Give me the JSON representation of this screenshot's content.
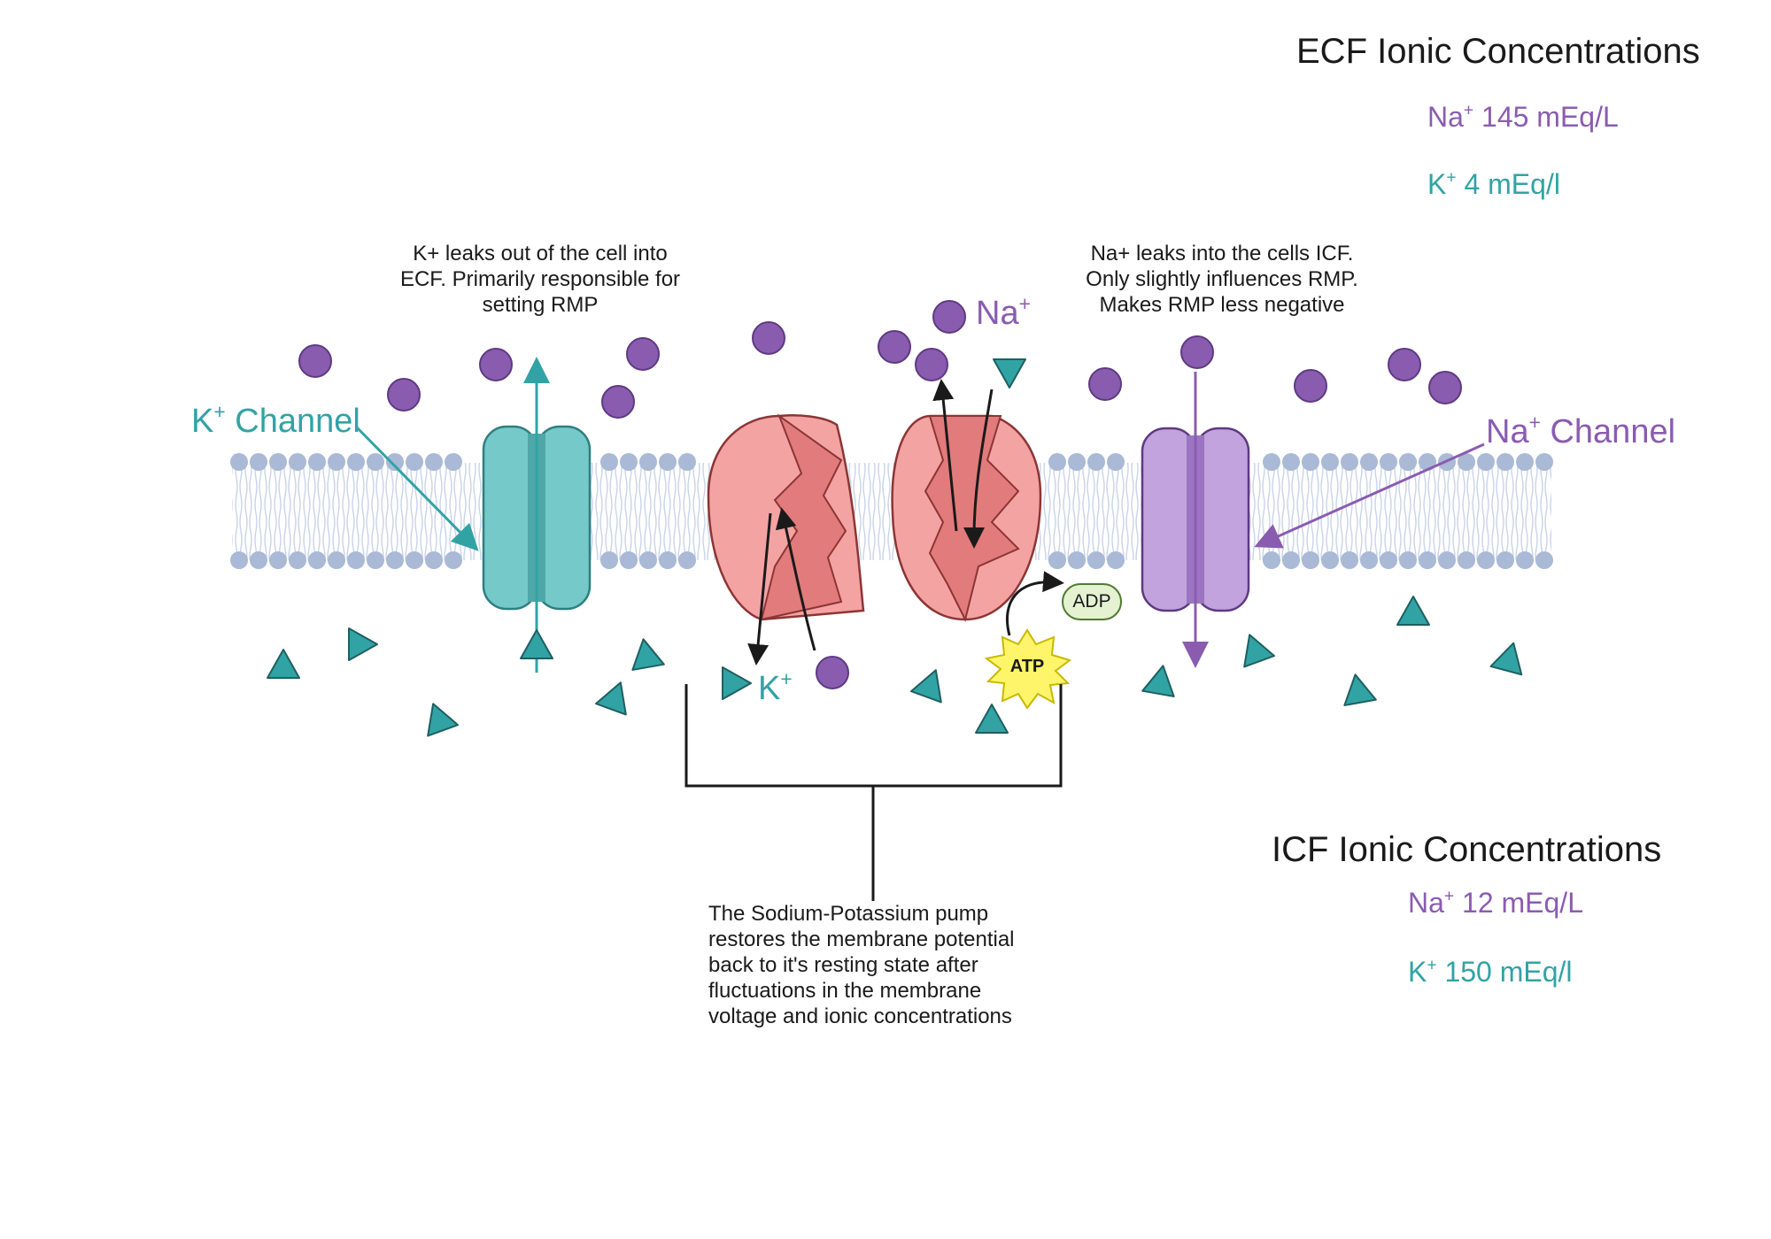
{
  "ecf": {
    "heading": "ECF Ionic Concentrations",
    "na_ion": "Na",
    "na_value": "145 mEq/L",
    "k_ion": "K",
    "k_value": "4 mEq/l"
  },
  "icf": {
    "heading": "ICF Ionic Concentrations",
    "na_ion": "Na",
    "na_value": "12 mEq/L",
    "k_ion": "K",
    "k_value": "150 mEq/l"
  },
  "charge_sign": "+",
  "notes": {
    "k_leak": [
      "K+ leaks out of the cell into",
      "ECF.  Primarily responsible for",
      "setting RMP"
    ],
    "na_leak": [
      "Na+ leaks into the cells ICF.",
      "Only slightly influences RMP.",
      "Makes RMP less negative"
    ],
    "pump": [
      "The Sodium-Potassium pump",
      "restores the membrane potential",
      "back to it's resting state after",
      "fluctuations in the membrane",
      "voltage and ionic concentrations"
    ]
  },
  "labels": {
    "k_channel": "Channel",
    "k_channel_ion": "K",
    "na_channel": "Channel",
    "na_channel_ion": "Na",
    "pump_na": "Na",
    "pump_k": "K",
    "atp": "ATP",
    "adp": "ADP"
  },
  "colors": {
    "sodium": "#8a5cb0",
    "potassium": "#31a3a5",
    "membrane": "#a9b9d6",
    "pump": "#f4a3a3",
    "pump_inner": "#e27b7b",
    "k_channel": "#76c9c9",
    "na_channel": "#c2a3dd"
  }
}
